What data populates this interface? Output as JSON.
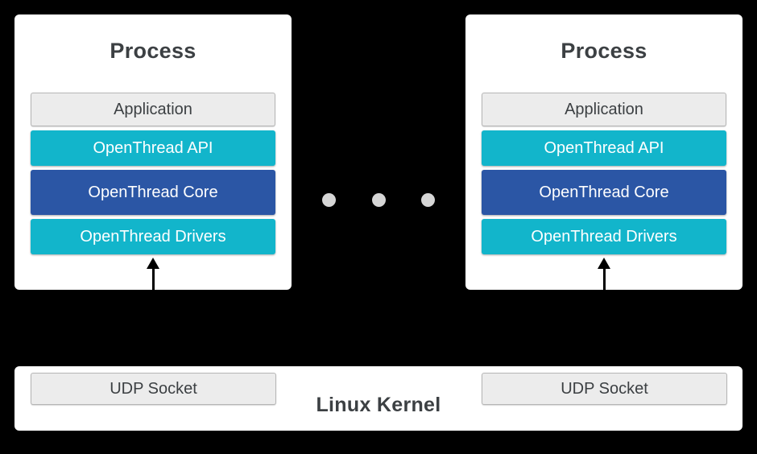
{
  "colors": {
    "background": "#000000",
    "card_bg": "#ffffff",
    "cyan": "#12b5cb",
    "navy": "#2b56a5",
    "gray_box_bg": "#ececec",
    "gray_box_border": "#b5b5b5",
    "text_dark": "#3c4043",
    "dot": "#d6d6d6",
    "arrow": "#000000"
  },
  "processes": [
    {
      "title": "Process",
      "layers": [
        {
          "label": "Application",
          "style": "gray"
        },
        {
          "label": "OpenThread API",
          "style": "cyan"
        },
        {
          "label": "OpenThread Core",
          "style": "navy"
        },
        {
          "label": "OpenThread Drivers",
          "style": "cyan"
        }
      ]
    },
    {
      "title": "Process",
      "layers": [
        {
          "label": "Application",
          "style": "gray"
        },
        {
          "label": "OpenThread API",
          "style": "cyan"
        },
        {
          "label": "OpenThread Core",
          "style": "navy"
        },
        {
          "label": "OpenThread Drivers",
          "style": "cyan"
        }
      ]
    }
  ],
  "ellipsis": {
    "dot_count": 3
  },
  "kernel": {
    "label": "Linux Kernel",
    "sockets": [
      {
        "label": "UDP Socket"
      },
      {
        "label": "UDP Socket"
      }
    ]
  }
}
